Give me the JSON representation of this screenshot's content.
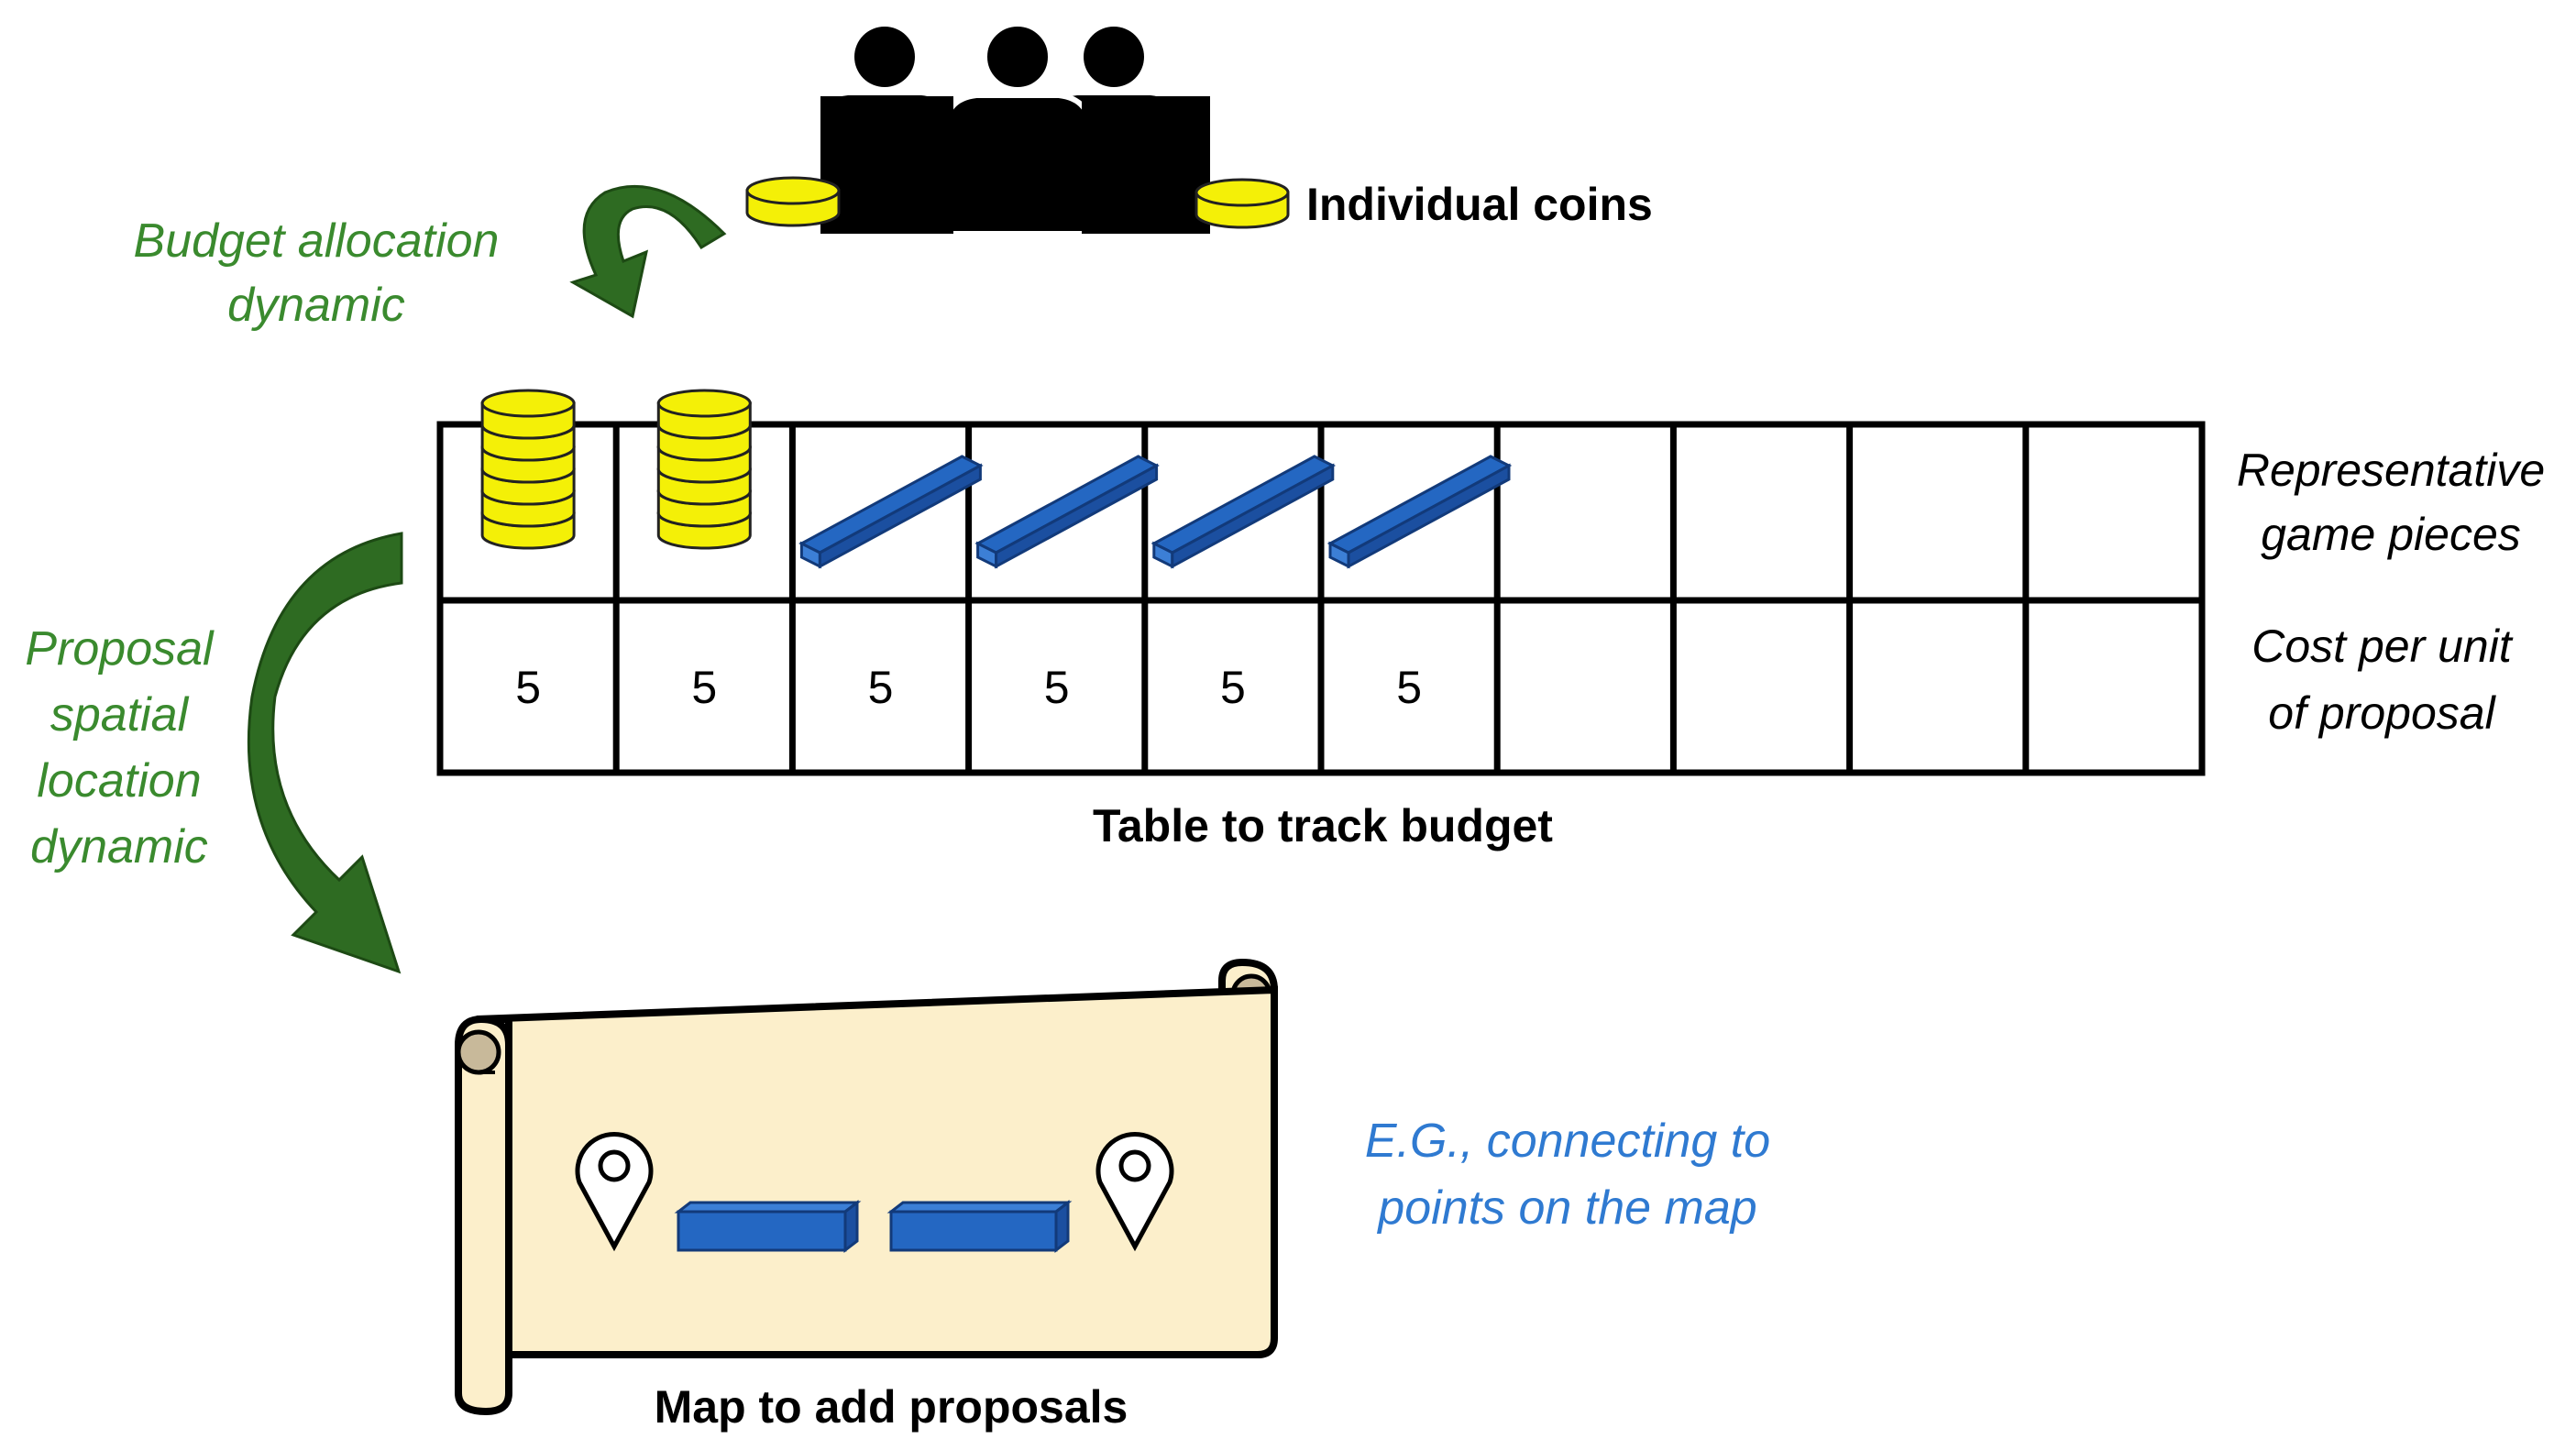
{
  "labels": {
    "individual_coins": "Individual coins",
    "budget_allocation_line1": "Budget allocation",
    "budget_allocation_line2": "dynamic",
    "proposal_line1": "Proposal",
    "proposal_line2": "spatial",
    "proposal_line3": "location",
    "proposal_line4": "dynamic",
    "representative_line1": "Representative",
    "representative_line2": "game pieces",
    "cost_line1": "Cost per unit",
    "cost_line2": "of proposal",
    "table_caption": "Table to track budget",
    "map_caption": "Map to add proposals",
    "example_line1": "E.G., connecting to",
    "example_line2": "points on the map"
  },
  "budget_table": {
    "columns": 10,
    "pieces": [
      "coin-stack",
      "coin-stack",
      "blue-block",
      "blue-block",
      "blue-block",
      "blue-block",
      "",
      "",
      "",
      ""
    ],
    "costs": [
      "5",
      "5",
      "5",
      "5",
      "5",
      "5",
      "",
      "",
      "",
      ""
    ]
  },
  "map": {
    "pins": 2,
    "blocks": 2
  },
  "colors": {
    "green_text": "#3a8a2e",
    "green_arrow": "#2e6b22",
    "blue_text": "#2f7ad1",
    "coin_yellow": "#f4f007",
    "block_blue": "#2467c2",
    "scroll_fill": "#fcefcb"
  }
}
